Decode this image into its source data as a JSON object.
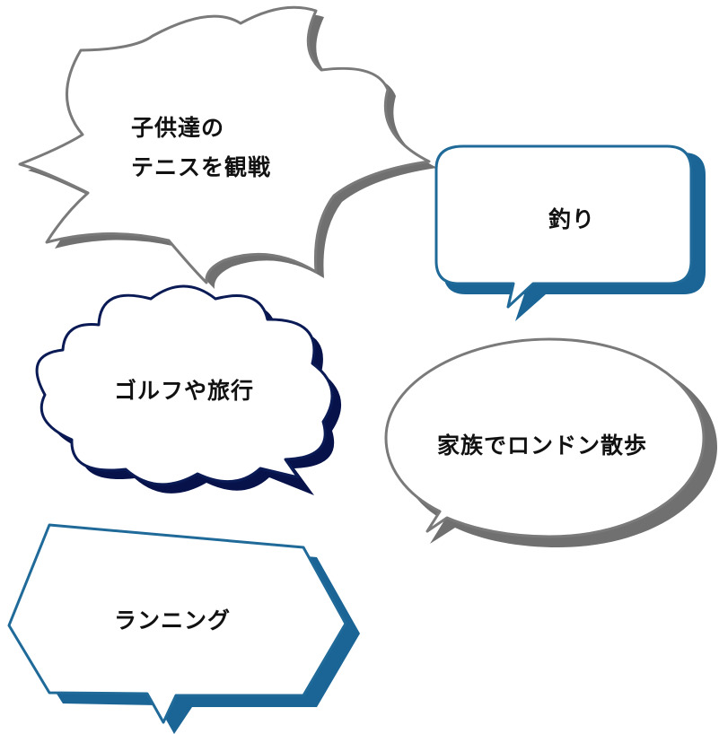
{
  "bubbles": {
    "tennis": {
      "line1": "子供達の",
      "line2": "テニスを観戦"
    },
    "fishing": {
      "text": "釣り"
    },
    "golf": {
      "text": "ゴルフや旅行"
    },
    "london": {
      "text": "家族でロンドン散歩"
    },
    "running": {
      "text": "ランニング"
    }
  },
  "colors": {
    "gray_outline": "#7a7a7a",
    "gray_shadow": "#707070",
    "blue_outline": "#1f6a99",
    "blue_shadow": "#1a6496",
    "navy_outline": "#0a1a55",
    "navy_shadow": "#07124a",
    "text": "#111111",
    "background": "#ffffff"
  }
}
